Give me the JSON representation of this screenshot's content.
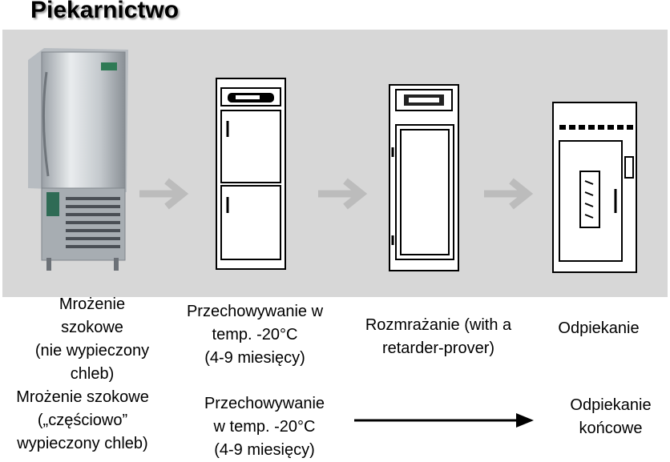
{
  "title": "Piekarnictwo",
  "stages": [
    "Mrożenie szokowe (nie wypieczony chleb)",
    "Przechowywanie w temp. -20°C (4-9 miesięcy)",
    "Rozmrażanie (with a retarder-prover)",
    "Odpiekanie"
  ],
  "labels": {
    "stage1": [
      "Mrożenie",
      "szokowe",
      "(nie wypieczony",
      "chleb)"
    ],
    "stage2": [
      "Przechowywanie w",
      "temp. -20°C",
      "(4-9 miesięcy)"
    ],
    "stage3": [
      "Rozmrażanie (with a",
      "retarder-prover)"
    ],
    "stage4": [
      "Odpiekanie"
    ]
  },
  "alt_path": {
    "step1": [
      "Mrożenie szokowe",
      "(„częściowo”",
      "wypieczony chleb)"
    ],
    "step2": [
      "Przechowywanie",
      "w temp. -20°C",
      "(4-9 miesięcy)"
    ],
    "step3": [
      "Odpiekanie",
      "końcowe"
    ]
  },
  "colors": {
    "band": "#d7d7d7",
    "process_arrow": "#bcbcbc",
    "black_arrow": "#000000"
  }
}
